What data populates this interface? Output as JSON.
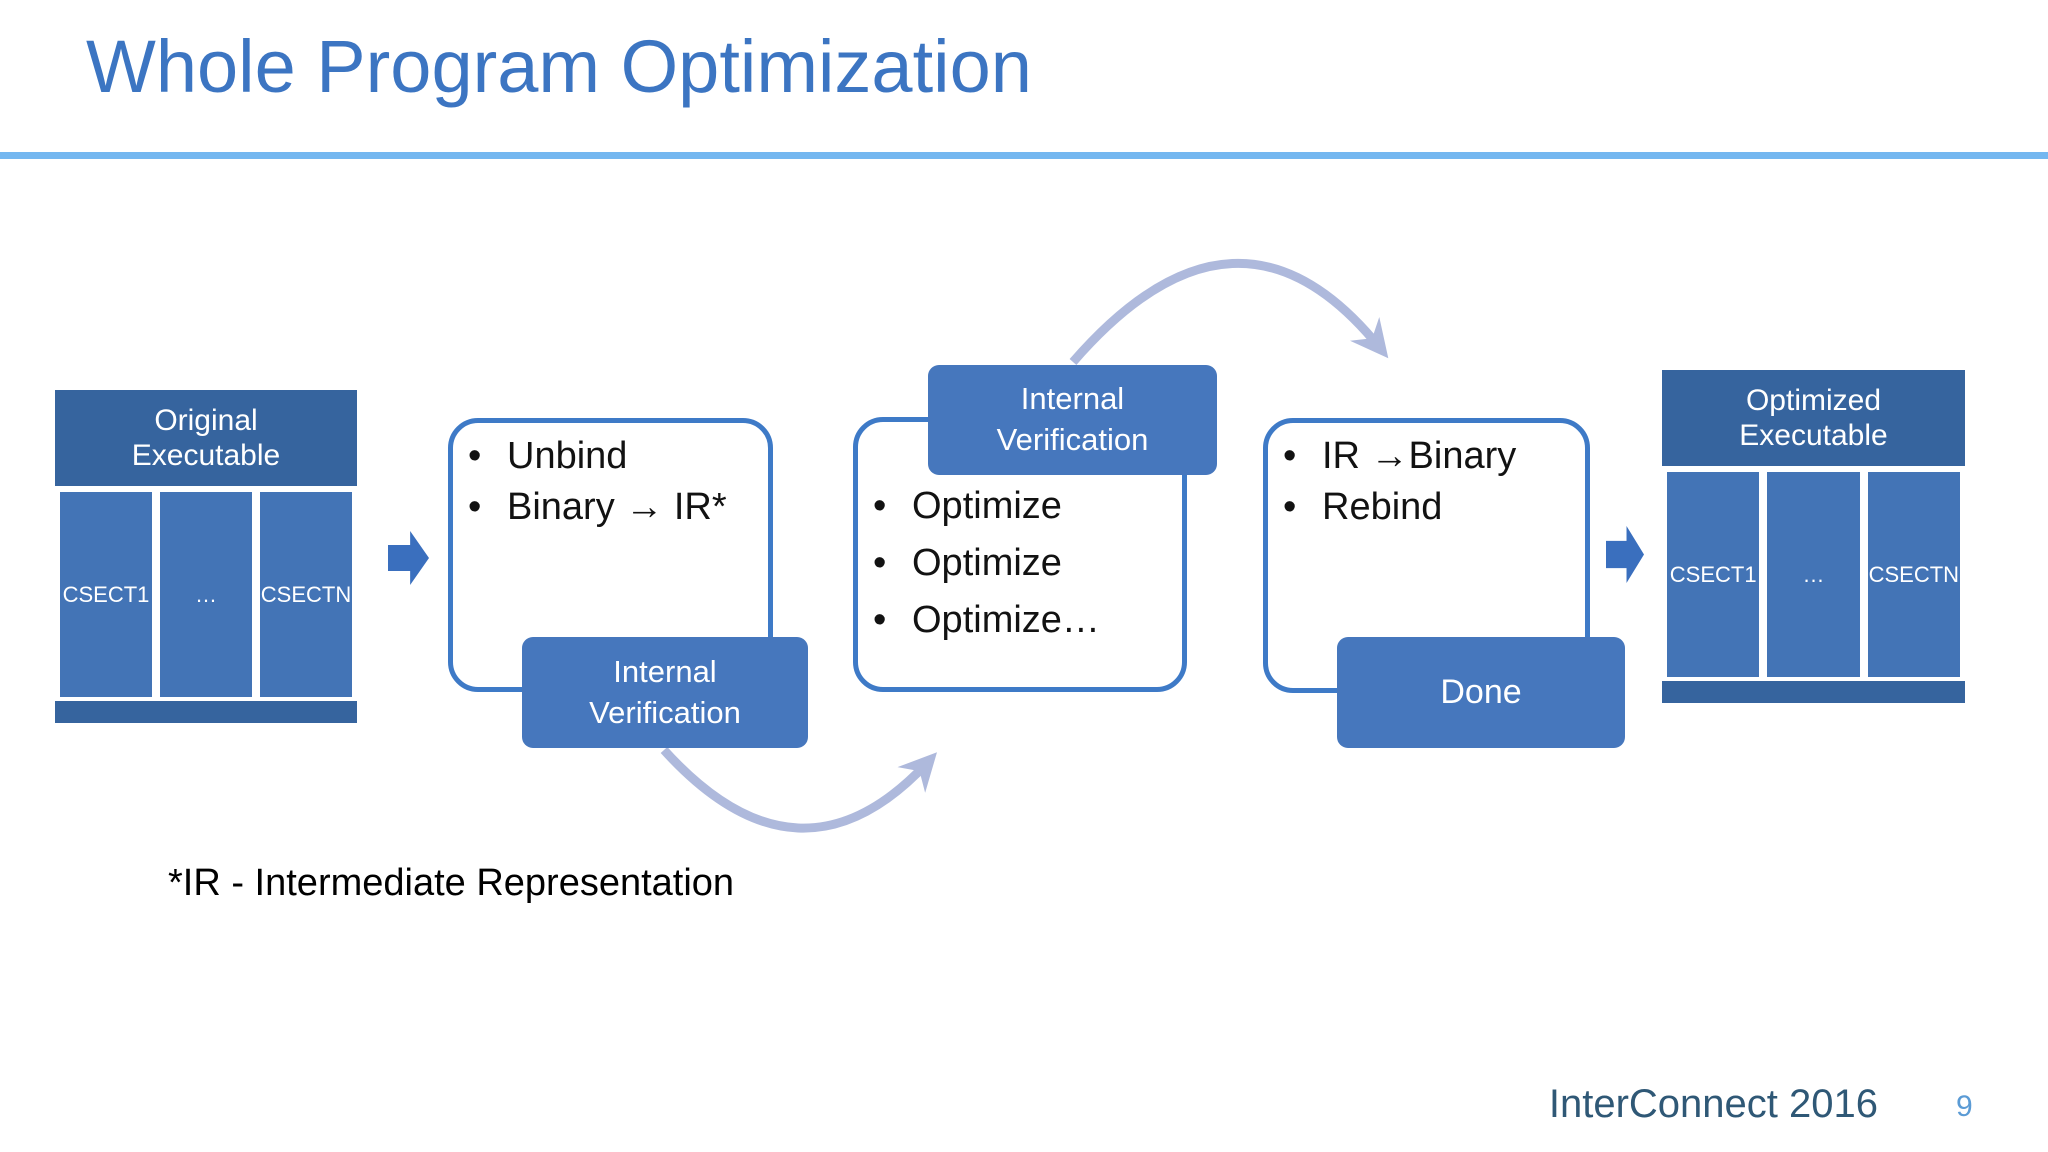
{
  "slide": {
    "title": "Whole Program Optimization",
    "footnote": "*IR - Intermediate Representation",
    "footer": {
      "conference": "InterConnect 2016",
      "page_number": "9"
    }
  },
  "diagram": {
    "original_executable": {
      "title_line1": "Original",
      "title_line2": "Executable",
      "sections": [
        "CSECT1",
        "…",
        "CSECTN"
      ]
    },
    "step_unbind": {
      "bullets": [
        "Unbind",
        "Binary → IR*"
      ],
      "label_line1": "Internal",
      "label_line2": "Verification"
    },
    "step_optimize": {
      "header_line1": "Internal",
      "header_line2": "Verification",
      "bullets": [
        "Optimize",
        "Optimize",
        "Optimize…"
      ]
    },
    "step_rebind": {
      "bullets": [
        "IR →Binary",
        "Rebind"
      ],
      "label": "Done"
    },
    "optimized_executable": {
      "title_line1": "Optimized",
      "title_line2": "Executable",
      "sections": [
        "CSECT1",
        "…",
        "CSECTN"
      ]
    }
  },
  "colors": {
    "title_blue": "#3c75c2",
    "rule_blue": "#74b7f0",
    "dark_blue": "#36649e",
    "mid_blue": "#4374b6",
    "box_blue": "#4677bd",
    "border_blue": "#3e7ac7",
    "block_arrow_blue": "#3a6fbe",
    "curve_arrow_lavender": "#aeb9dc",
    "footer_navy": "#2f5876",
    "page_number_blue": "#5b9bd5"
  }
}
